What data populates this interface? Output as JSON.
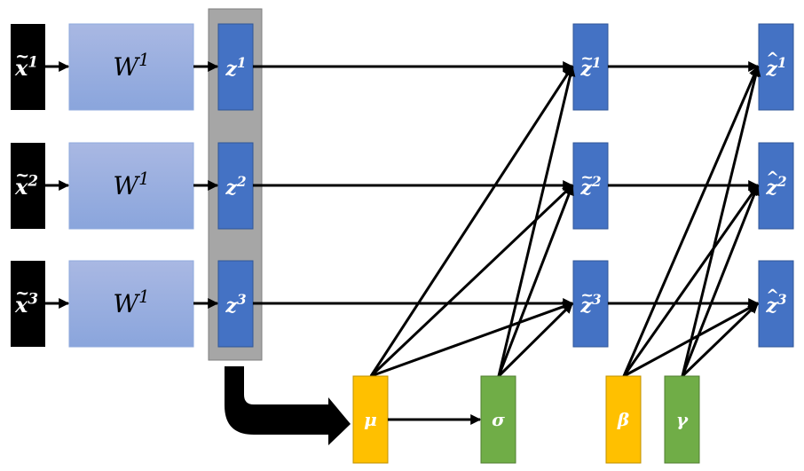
{
  "title": "Batch normalization diagram",
  "colors": {
    "input_block": "#000000",
    "weight_top": "#a9b8e3",
    "weight_bottom": "#8aa5dc",
    "weight_border": "#8faadc",
    "z_block": "#4472c4",
    "z_border": "#2f5597",
    "group": "#a6a6a6",
    "group_border": "#7f7f7f",
    "mean": "#ffc000",
    "mean_border": "#bf9000",
    "std": "#70ad47",
    "std_border": "#507e32",
    "arrow": "#000000"
  },
  "rows": [
    {
      "input": {
        "base": "x",
        "accent": "~",
        "sup": "1"
      },
      "weight": {
        "base": "W",
        "sup": "1"
      },
      "z": {
        "base": "z",
        "sup": "1"
      },
      "z_norm": {
        "base": "z",
        "accent": "~",
        "sup": "1"
      },
      "z_out": {
        "base": "z",
        "accent": "^",
        "sup": "1"
      }
    },
    {
      "input": {
        "base": "x",
        "accent": "~",
        "sup": "2"
      },
      "weight": {
        "base": "W",
        "sup": "1"
      },
      "z": {
        "base": "z",
        "sup": "2"
      },
      "z_norm": {
        "base": "z",
        "accent": "~",
        "sup": "2"
      },
      "z_out": {
        "base": "z",
        "accent": "^",
        "sup": "2"
      }
    },
    {
      "input": {
        "base": "x",
        "accent": "~",
        "sup": "3"
      },
      "weight": {
        "base": "W",
        "sup": "1"
      },
      "z": {
        "base": "z",
        "sup": "3"
      },
      "z_norm": {
        "base": "z",
        "accent": "~",
        "sup": "3"
      },
      "z_out": {
        "base": "z",
        "accent": "^",
        "sup": "3"
      }
    }
  ],
  "stats": {
    "mean": "μ",
    "std": "σ",
    "beta": "β",
    "gamma": "γ"
  },
  "edges": [
    {
      "from": "mean",
      "to": "z_norm",
      "targets": [
        1,
        2,
        3
      ]
    },
    {
      "from": "std",
      "to": "z_norm",
      "targets": [
        1,
        2,
        3
      ]
    },
    {
      "from": "beta",
      "to": "z_out",
      "targets": [
        1,
        2,
        3
      ]
    },
    {
      "from": "gamma",
      "to": "z_out",
      "targets": [
        1,
        2,
        3
      ]
    },
    {
      "from": "mean",
      "to": "std"
    },
    {
      "from": "z_group",
      "to": "mean"
    }
  ]
}
